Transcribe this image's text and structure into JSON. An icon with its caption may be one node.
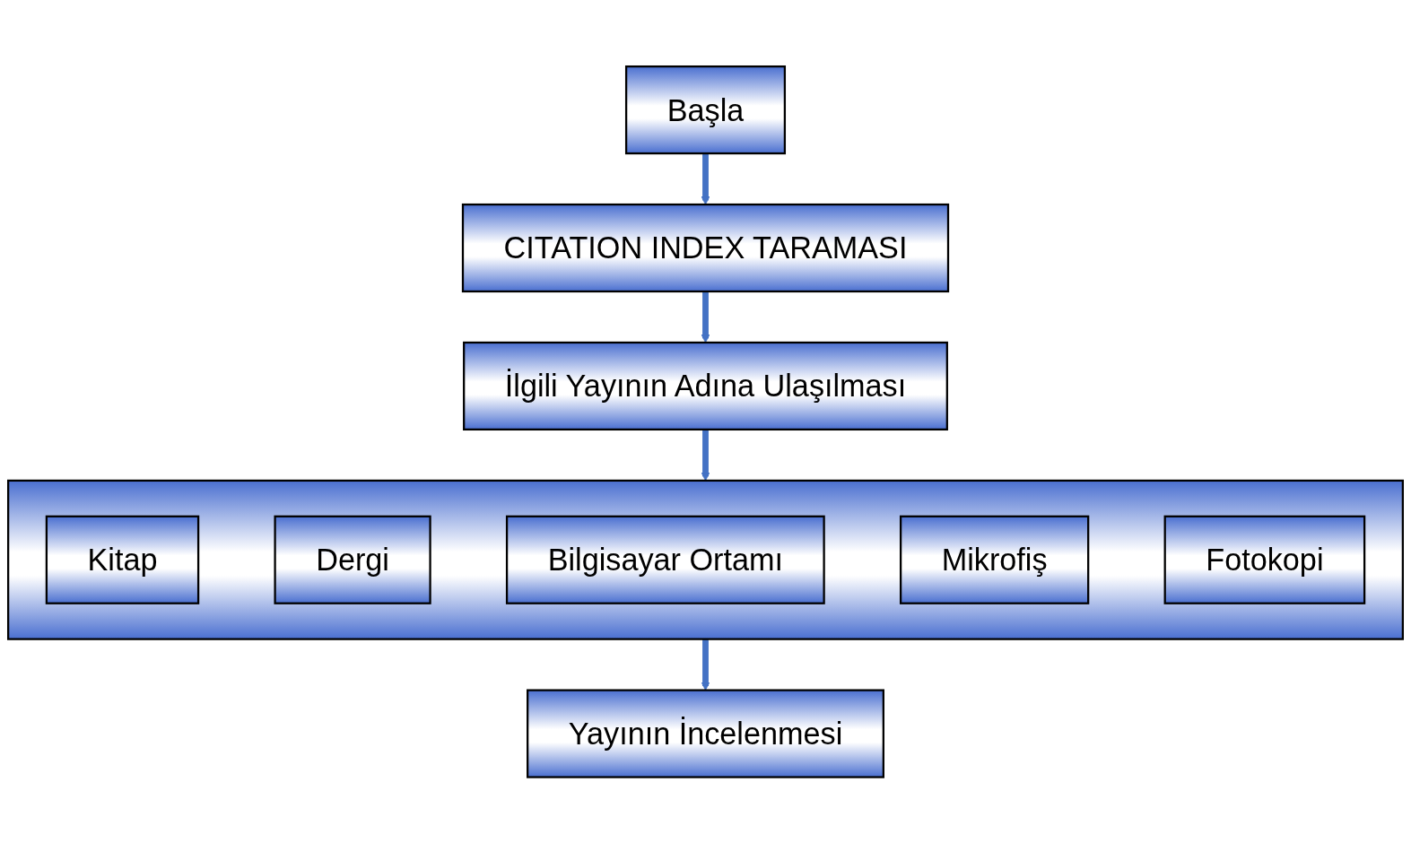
{
  "diagram": {
    "nodes": [
      {
        "text": [
          "Başla"
        ]
      },
      {
        "text": [
          "CITATION INDEX TARAMASI"
        ]
      },
      {
        "text": [
          "İlgili Yayının Adına Ulaşılması"
        ]
      },
      {
        "text": [],
        "shape": "box"
      },
      {
        "text": [
          "Kitap"
        ],
        "in": 3
      },
      {
        "text": [
          "Dergi"
        ],
        "in": 3
      },
      {
        "text": [
          "Bilgisayar Ortamı"
        ],
        "in": 3
      },
      {
        "text": [
          "Mikrofiş"
        ],
        "in": 3
      },
      {
        "text": [
          "Fotokopi"
        ],
        "in": 3
      },
      {
        "text": [
          "Yayının İncelenmesi"
        ]
      }
    ],
    "edges": [
      {
        "from": 0,
        "to": 1,
        "arrow": "to"
      },
      {
        "from": 1,
        "to": 2,
        "arrow": "to"
      },
      {
        "from": 2,
        "to": 3,
        "arrow": "to"
      },
      {
        "from": 3,
        "to": 9,
        "arrow": "to"
      }
    ]
  }
}
